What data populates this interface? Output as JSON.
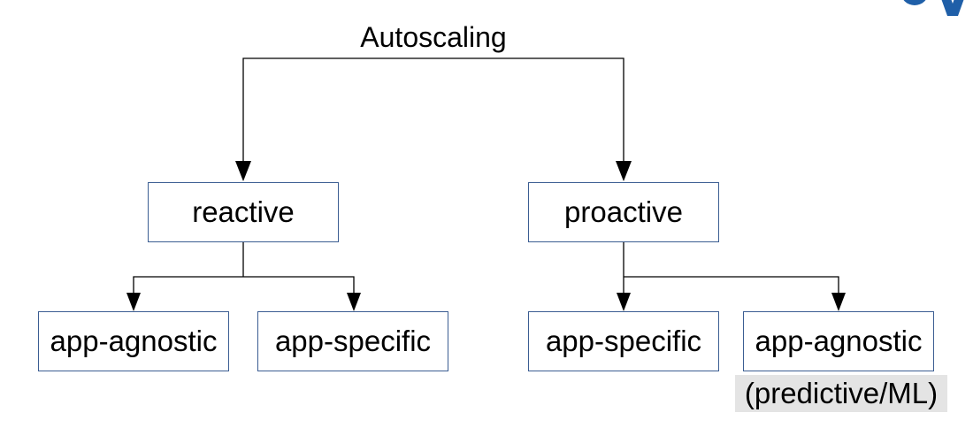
{
  "diagram": {
    "title": "Autoscaling",
    "nodes": {
      "reactive": "reactive",
      "proactive": "proactive",
      "reactive_agnostic": "app-agnostic",
      "reactive_specific": "app-specific",
      "proactive_specific": "app-specific",
      "proactive_agnostic": "app-agnostic"
    },
    "note": "(predictive/ML)"
  },
  "colors": {
    "box_border": "#3b5d92",
    "lines": "#000000",
    "note_background": "#e4e4e4",
    "logo": "#1f5fa8"
  }
}
